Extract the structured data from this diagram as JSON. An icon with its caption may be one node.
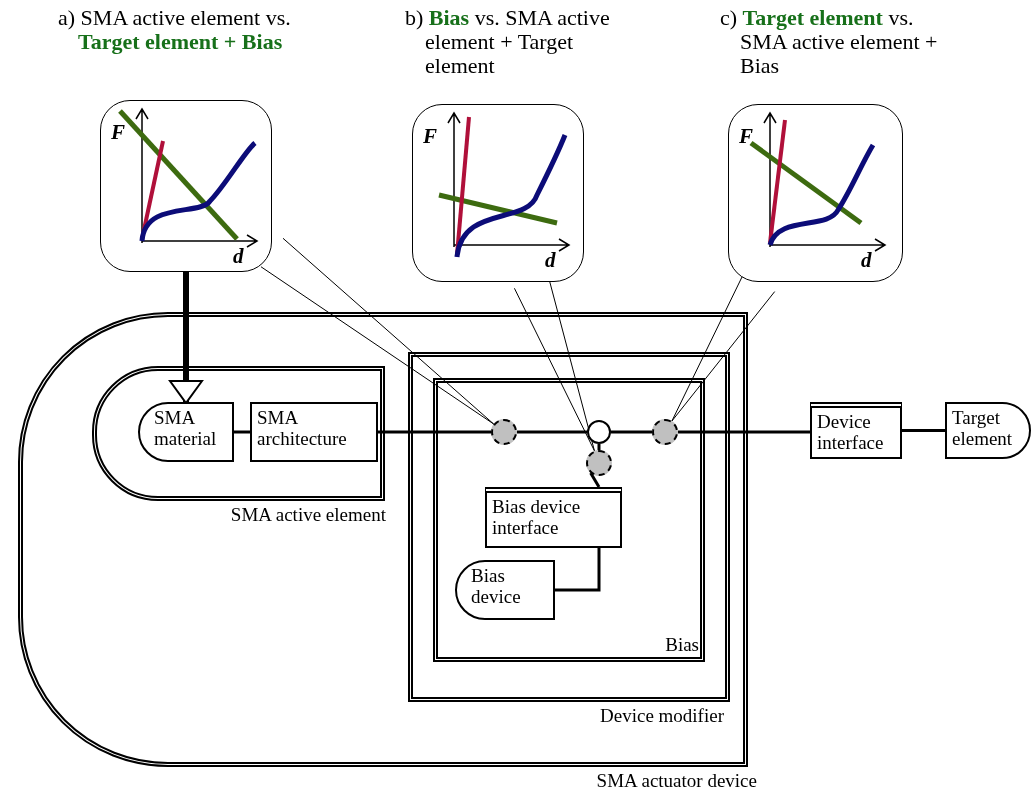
{
  "diagram": {
    "nodes": [
      {
        "text": [
          "a) SMA active element vs. **Target element + Bias**",
          "F",
          "d"
        ]
      },
      {
        "text": [
          "b) **Bias** vs. SMA active element + Target element",
          "F",
          "d"
        ]
      },
      {
        "text": [
          "c) **Target element** vs. SMA active element + Bias",
          "F",
          "d"
        ]
      },
      {
        "text": [
          "SMA actuator device"
        ]
      },
      {
        "text": [
          "SMA active element"
        ],
        "in": 3
      },
      {
        "text": [
          "SMA material"
        ],
        "in": 4
      },
      {
        "text": [
          "SMA architecture"
        ],
        "in": 4
      },
      {
        "text": [
          "Device modifier"
        ],
        "in": 3
      },
      {
        "text": [
          "Bias"
        ],
        "in": 7
      },
      {
        "text": [],
        "shape": "circle",
        "in": 8
      },
      {
        "text": [],
        "shape": "circle",
        "in": 8
      },
      {
        "text": [],
        "shape": "circle",
        "in": 8
      },
      {
        "text": [],
        "shape": "circle",
        "in": 8
      },
      {
        "text": [
          "Bias device interface"
        ],
        "in": 8
      },
      {
        "text": [
          "Bias device"
        ],
        "in": 8
      },
      {
        "text": [
          "Device interface"
        ]
      },
      {
        "text": [
          "Target element"
        ]
      }
    ],
    "edges": [
      {
        "from": 0,
        "to": 5,
        "arrow": "to",
        "style": "thick"
      },
      {
        "from": 0,
        "to": 9,
        "arrow": "none"
      },
      {
        "from": 1,
        "to": 10,
        "arrow": "none"
      },
      {
        "from": 2,
        "to": 12,
        "arrow": "none"
      },
      {
        "from": 5,
        "to": 6,
        "arrow": "none"
      },
      {
        "from": 6,
        "to": 9,
        "arrow": "none"
      },
      {
        "from": 9,
        "to": 11,
        "arrow": "none"
      },
      {
        "from": 11,
        "to": 12,
        "arrow": "none"
      },
      {
        "from": 12,
        "to": 15,
        "arrow": "none"
      },
      {
        "from": 15,
        "to": 16,
        "arrow": "none"
      },
      {
        "from": 11,
        "to": 10,
        "arrow": "none"
      },
      {
        "from": 10,
        "to": 13,
        "arrow": "none"
      },
      {
        "from": 13,
        "to": 14,
        "arrow": "none"
      }
    ]
  }
}
